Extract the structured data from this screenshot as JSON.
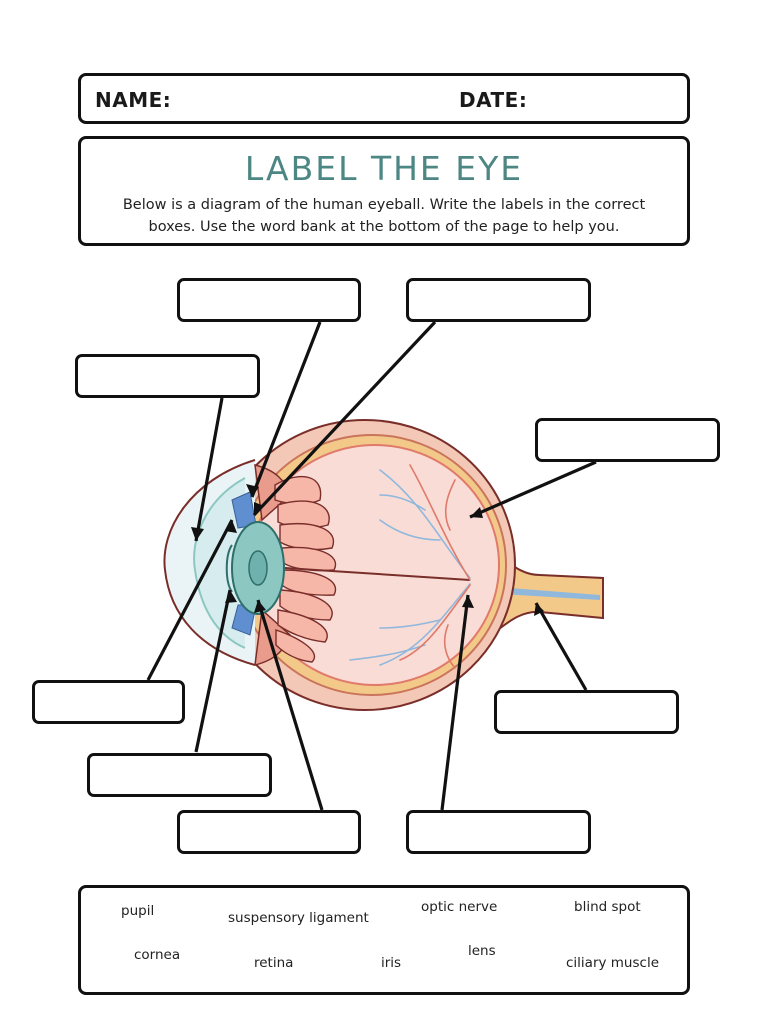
{
  "header": {
    "name_label": "NAME:",
    "date_label": "DATE:"
  },
  "title": "LABEL THE EYE",
  "instructions": "Below is a diagram of the human eyeball. Write the labels in the correct boxes. Use the word bank at the bottom of the page to help you.",
  "word_bank": [
    "pupil",
    "suspensory ligament",
    "optic nerve",
    "blind spot",
    "cornea",
    "retina",
    "iris",
    "lens",
    "ciliary muscle"
  ],
  "colors": {
    "title": "#4d8784",
    "outline": "#111111",
    "eye_fill": "#f7d3cb",
    "sclera": "#f4c8b6",
    "nerve": "#f3c98a",
    "lens": "#8cc7c2",
    "vessel_blue": "#8fb8dc",
    "vessel_red": "#e07a6a"
  }
}
